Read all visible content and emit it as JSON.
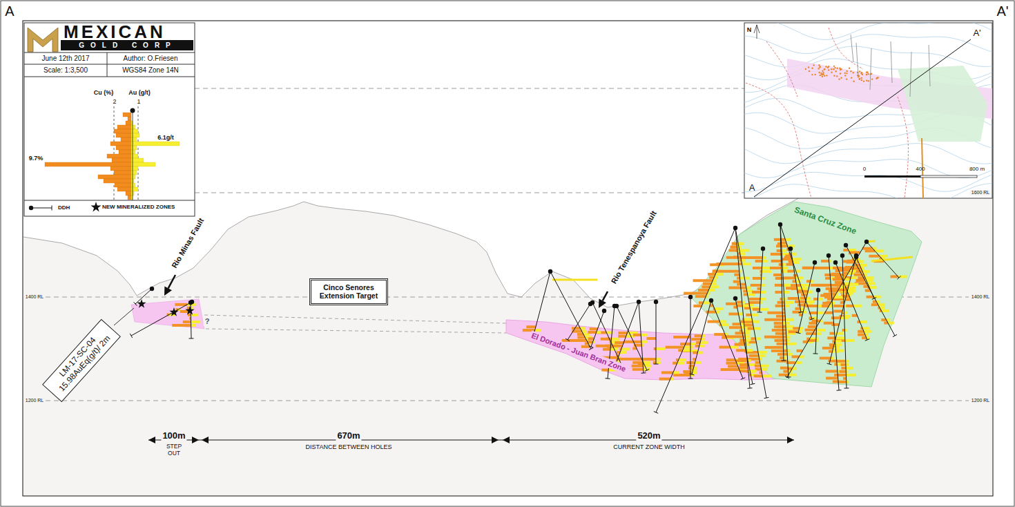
{
  "diagram": {
    "nodes": [
      {
        "text": [
          "LM-17-SC-04 15.98AuEq(g/t)/ 2m"
        ]
      },
      {
        "text": [
          "Cinco Senores Extension Target"
        ]
      },
      {
        "text": [
          "El Dorado - Juan Bran Zone"
        ]
      },
      {
        "text": [
          "Santa Cruz Zone"
        ]
      }
    ],
    "labels": [
      "A",
      "A'",
      "MEXICAN",
      "GOLD CORP",
      "June 12th 2017",
      "Author: O.Friesen",
      "Scale: 1:3,500",
      "WGS84 Zone 14N",
      "Cu (%)",
      "Au (g/t)",
      "2",
      "1",
      "6.1g/t",
      "9.7%",
      "N",
      "A",
      "A'",
      "0",
      "400",
      "800 m",
      "1600 RL",
      "1400 RL",
      "1400 RL",
      "1200 RL",
      "1200 RL",
      "Rio Minas Fault",
      "Rio Tenespanoya Fault",
      "?",
      "100m",
      "STEP OUT",
      "670m",
      "DISTANCE BETWEEN HOLES",
      "520m",
      "CURRENT ZONE WIDTH"
    ],
    "legend": [
      {
        "text": "DDH"
      },
      {
        "text": "NEW MINERALIZED ZONES"
      }
    ]
  }
}
